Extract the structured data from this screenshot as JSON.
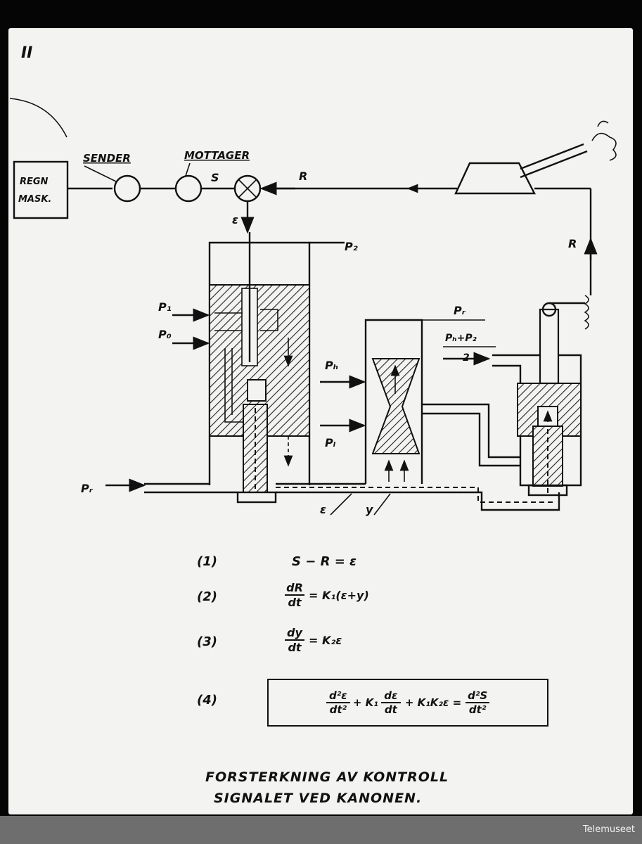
{
  "page": {
    "corner_number": "II"
  },
  "blocks": {
    "computer": [
      "REGN",
      "MASK."
    ],
    "sender": "SENDER",
    "receiver": "MOTTAGER"
  },
  "signals": {
    "s": "S",
    "r_top": "R",
    "r_right": "R",
    "epsilon": "ε",
    "p2": "P₂",
    "p1": "P₁",
    "p0": "P₀",
    "pr_right": "Pᵣ",
    "pr_left": "Pᵣ",
    "ph": "Pₕ",
    "pl": "Pₗ",
    "ph_pl_num": "Pₕ+P₂",
    "ph_pl_den": "2",
    "eps_bottom": "ε",
    "y_bottom": "y"
  },
  "equations": [
    {
      "num": "(1)",
      "text": "S − R = ε"
    },
    {
      "num": "(2)",
      "frac_num": "dR",
      "frac_den": "dt",
      "rest": "= K₁(ε+y)"
    },
    {
      "num": "(3)",
      "frac_num": "dy",
      "frac_den": "dt",
      "rest": "= K₂ε"
    },
    {
      "num": "(4)",
      "t1_num": "d²ε",
      "t1_den": "dt²",
      "plus1": "+ K₁",
      "t2_num": "dε",
      "t2_den": "dt",
      "plus2": "+ K₁K₂ε =",
      "t3_num": "d²S",
      "t3_den": "dt²"
    }
  ],
  "caption": [
    "FORSTERKNING AV KONTROLL",
    "SIGNALET VED KANONEN."
  ],
  "credit": "Telemuseet"
}
